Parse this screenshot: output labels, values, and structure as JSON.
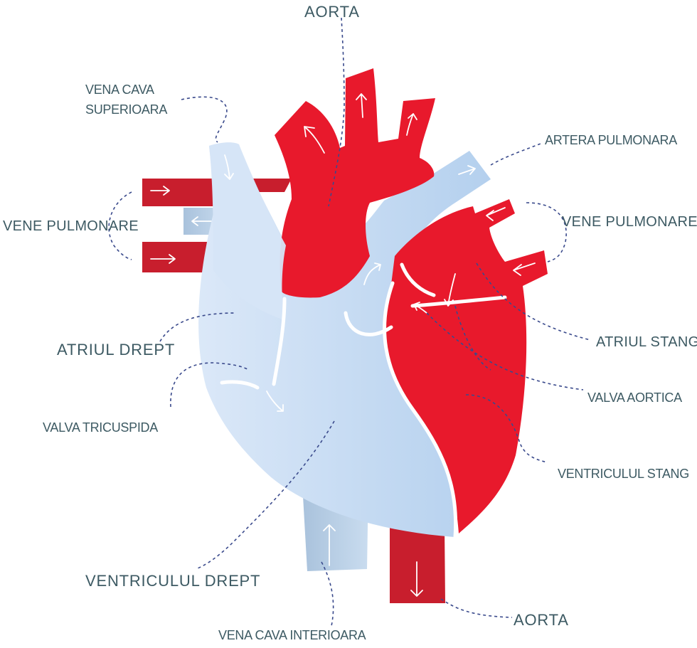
{
  "colors": {
    "oxygenated": "#e8192c",
    "deoxygenated": "#c7dcf2",
    "label_text": "#3d5a63",
    "leader_line": "#3a4a8c"
  },
  "labels": {
    "aorta_top": "AORTA",
    "vena_cava_superior_line1": "VENA CAVA",
    "vena_cava_superior_line2": "SUPERIOARA",
    "artera_pulmonara": "ARTERA PULMONARA",
    "vene_pulmonare_left": "VENE PULMONARE",
    "vene_pulmonare_right": "VENE PULMONARE",
    "atriul_drept": "ATRIUL DREPT",
    "atriul_stang": "ATRIUL STANG",
    "valva_tricuspida": "VALVA TRICUSPIDA",
    "valva_aortica": "VALVA AORTICA",
    "ventriculul_stang": "VENTRICULUL STANG",
    "ventriculul_drept": "VENTRICULUL DREPT",
    "aorta_bottom": "AORTA",
    "vena_cava_inferioara": "VENA CAVA INTERIOARA"
  }
}
